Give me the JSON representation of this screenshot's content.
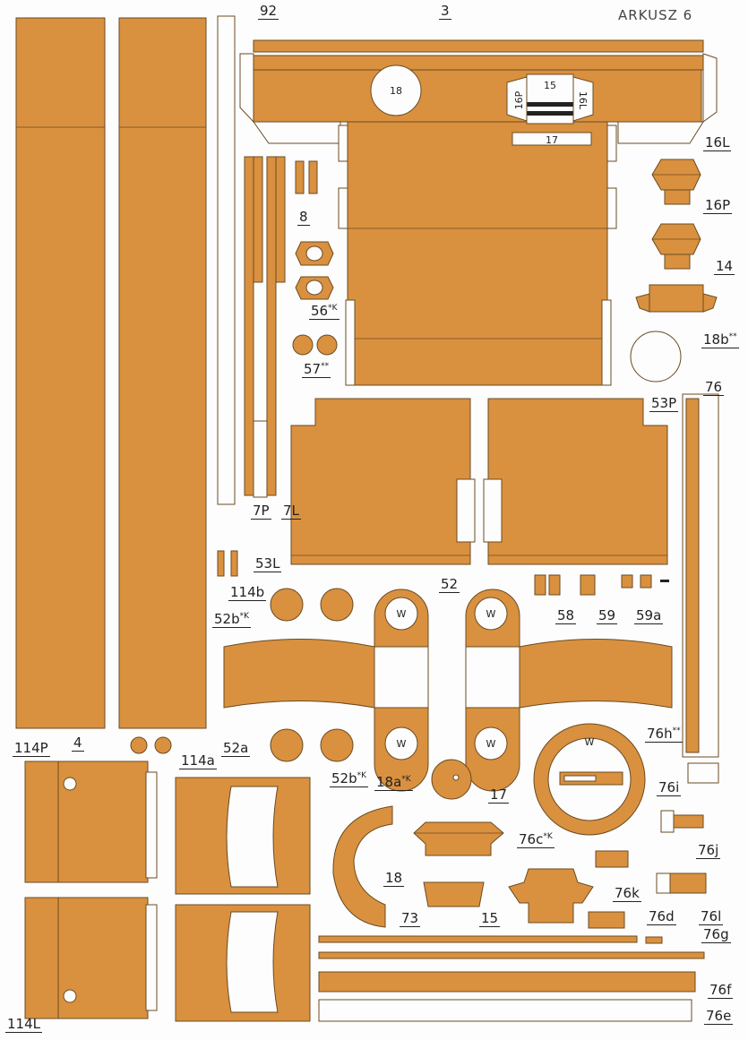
{
  "sheet_title": "ARKUSZ 6",
  "colors": {
    "card": "#d9913f",
    "outline": "#6b4a22",
    "paper": "#fdfdfd"
  },
  "labels": {
    "p3": "3",
    "p92": "92",
    "p16L": "16L",
    "p16P": "16P",
    "p14": "14",
    "p18b": "18b",
    "p18b_mark": "**",
    "p76": "76",
    "p53P": "53P",
    "p8": "8",
    "p56": "56",
    "p56_mark": "*K",
    "p57": "57",
    "p57_mark": "**",
    "p7P": "7P",
    "p7L": "7L",
    "p53L": "53L",
    "p52": "52",
    "p114b": "114b",
    "p52b_top": "52b",
    "p52b_top_mark": "*K",
    "p58": "58",
    "p59": "59",
    "p59a": "59a",
    "p4": "4",
    "p114P": "114P",
    "p114a": "114a",
    "p52a": "52a",
    "p52b_bot": "52b",
    "p52b_bot_mark": "*K",
    "p18a": "18a",
    "p18a_mark": "*K",
    "p76h": "76h",
    "p76h_mark": "**",
    "p17_bot": "17",
    "p76i": "76i",
    "p76c": "76c",
    "p76c_mark": "*K",
    "p18_bot": "18",
    "p76j": "76j",
    "p76k": "76k",
    "p73": "73",
    "p15_bot": "15",
    "p76d": "76d",
    "p76l": "76l",
    "p76g": "76g",
    "p114L": "114L",
    "p76f": "76f",
    "p76e": "76e"
  },
  "inner": {
    "c18": "18",
    "c15": "15",
    "c16P": "16P",
    "c16L": "16L",
    "c17": "17",
    "wheel": "W"
  }
}
